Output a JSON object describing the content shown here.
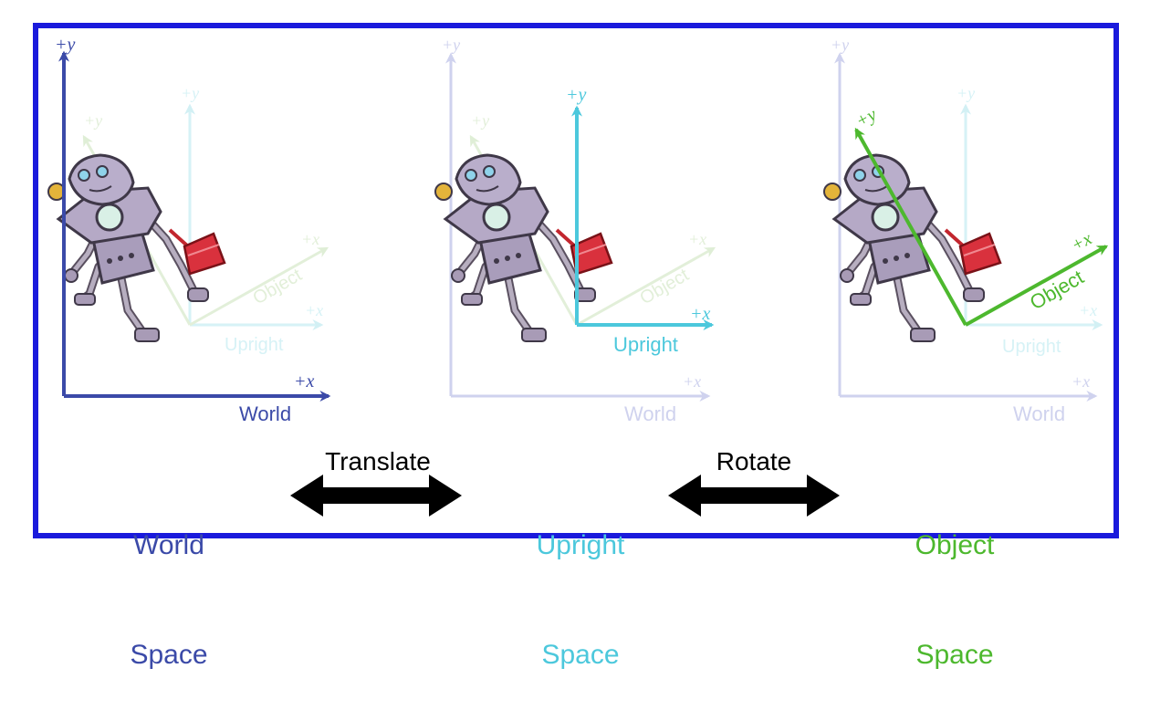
{
  "colors": {
    "world": "#3b4aa8",
    "upright": "#4cc8dc",
    "object": "#4db82e",
    "frame": "#1a1adc",
    "operator": "#000000"
  },
  "axes": {
    "plus_x": "+x",
    "plus_y": "+y"
  },
  "spaces": {
    "world": {
      "axis_label": "World",
      "caption_line1": "World",
      "caption_line2": "Space"
    },
    "upright": {
      "axis_label": "Upright",
      "caption_line1": "Upright",
      "caption_line2": "Space"
    },
    "object": {
      "axis_label": "Object",
      "caption_line1": "Object",
      "caption_line2": "Space"
    }
  },
  "operations": {
    "translate": "Translate",
    "rotate": "Rotate"
  }
}
